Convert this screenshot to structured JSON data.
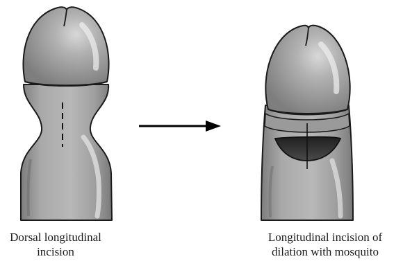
{
  "figure": {
    "left_caption": {
      "line1": "Dorsal longitudinal",
      "line2": "incision"
    },
    "right_caption": {
      "line1": "Longitudinal incision of",
      "line2": "dilation with mosquito"
    }
  },
  "colors": {
    "skin_fill": "#a3a3a3",
    "skin_light": "#dcdcdc",
    "skin_shadow": "#6e6e6e",
    "outline": "#1a1a1a",
    "opening_fill": "#3a3a3a",
    "arrow": "#000000",
    "background": "#ffffff"
  }
}
